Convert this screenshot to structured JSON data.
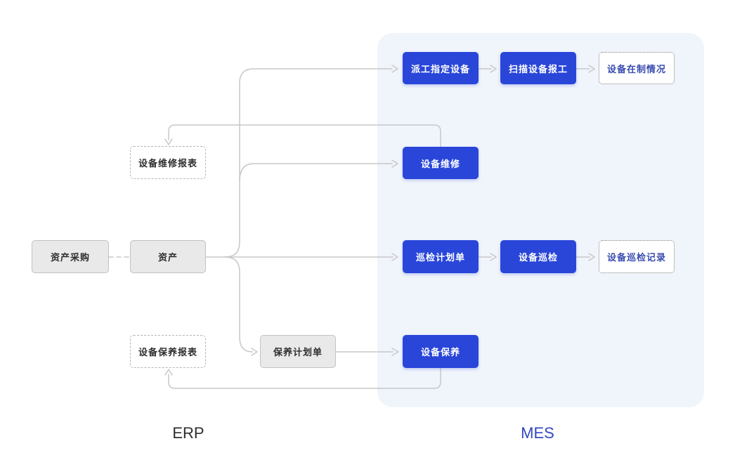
{
  "diagram": {
    "lanes": {
      "erp_label": "ERP",
      "mes_label": "MES"
    },
    "nodes": {
      "asset_purchase": "资产采购",
      "asset": "资产",
      "repair_report": "设备维修报表",
      "maintenance_report": "设备保养报表",
      "maintenance_plan": "保养计划单",
      "dispatch_assign": "派工指定设备",
      "scan_work_report": "扫描设备报工",
      "wip_status": "设备在制情况",
      "equipment_repair": "设备维修",
      "inspection_plan": "巡检计划单",
      "equipment_inspection": "设备巡检",
      "inspection_record": "设备巡检记录",
      "equipment_maintenance": "设备保养"
    },
    "colors": {
      "primary-blue": "#2946d9",
      "panel-bg": "#f0f4fb",
      "line-gray": "#c8c8c8",
      "dashed-blue-text": "#3a4cb0",
      "gray-node-bg": "#e9e9e9",
      "gray-node-border": "#c2c2c2",
      "dark-text": "#2e2e2e",
      "mes-label-blue": "#3247c0"
    }
  }
}
